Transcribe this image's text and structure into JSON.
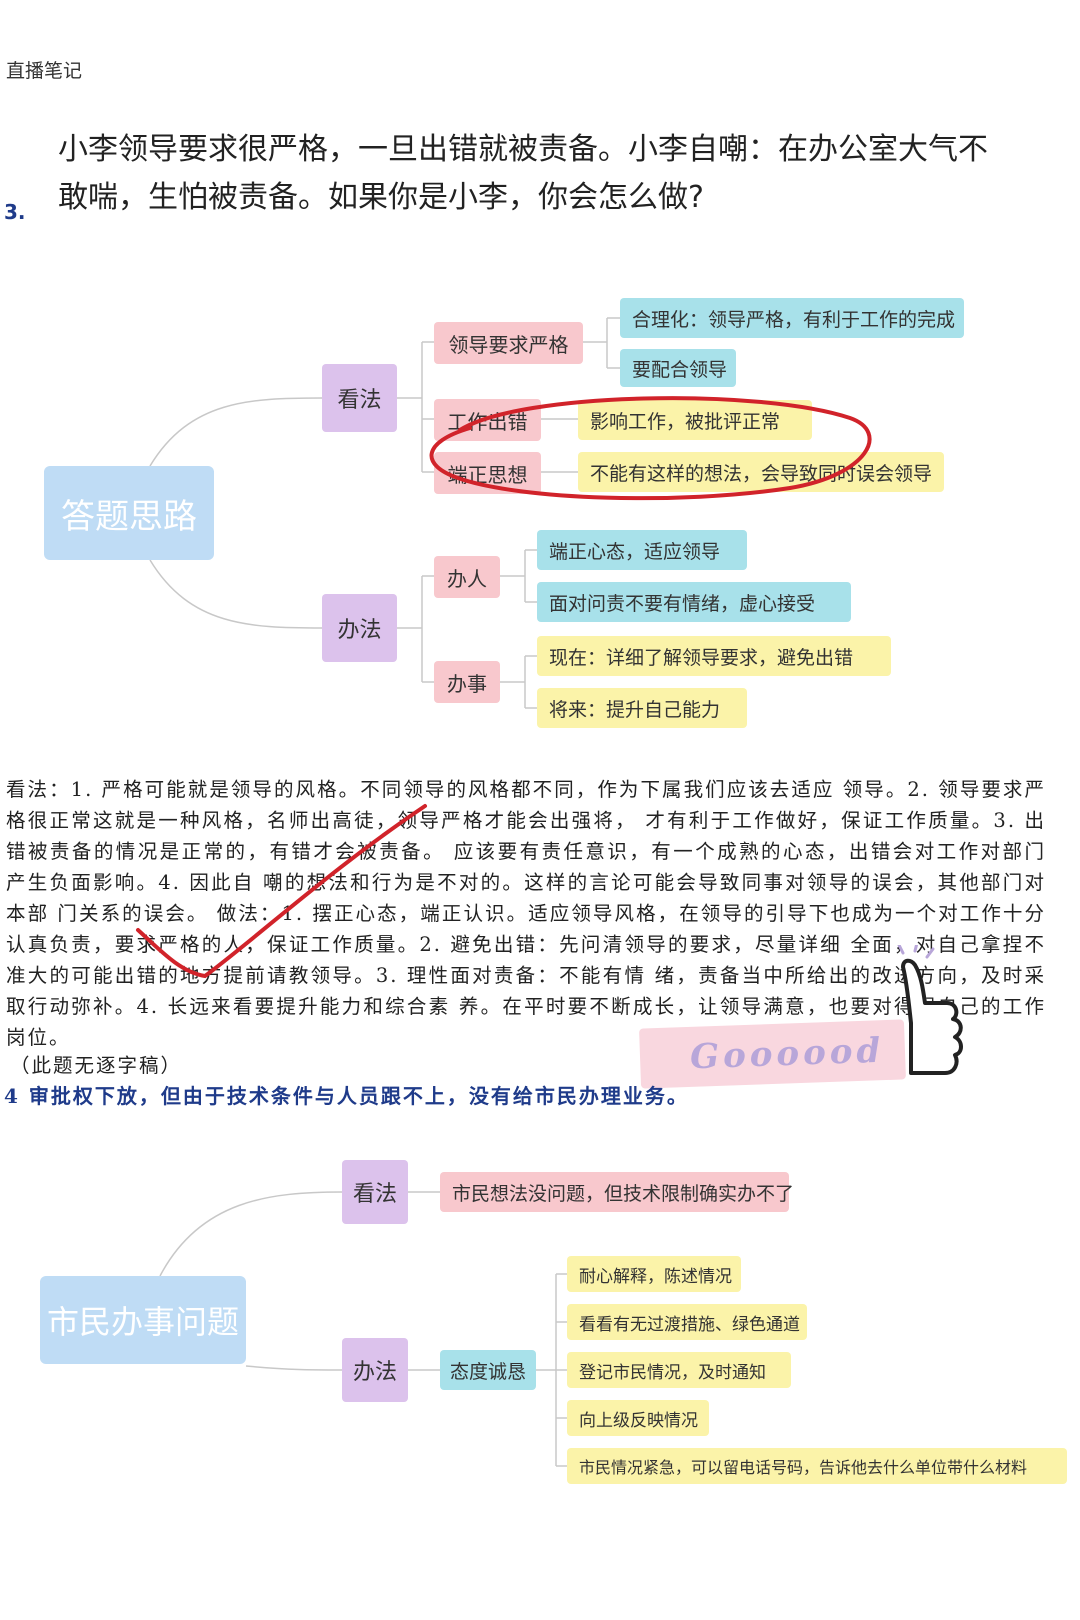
{
  "header": {
    "label": "直播笔记"
  },
  "question3": {
    "number": "3.",
    "line1": "小李领导要求很严格，一旦出错就被责备。小李自嘲：在办公室大气不",
    "line2": "敢喘，生怕被责备。如果你是小李，你会怎么做?"
  },
  "mindmap1": {
    "root": "答题思路",
    "view": {
      "label": "看法",
      "branches": [
        {
          "label": "领导要求严格",
          "leaves": [
            "合理化：领导严格，有利于工作的完成",
            "要配合领导"
          ]
        },
        {
          "label": "工作出错",
          "leaves": [
            "影响工作，被批评正常"
          ]
        },
        {
          "label": "端正思想",
          "leaves": [
            "不能有这样的想法，会导致同时误会领导"
          ]
        }
      ]
    },
    "method": {
      "label": "办法",
      "branches": [
        {
          "label": "办人",
          "leaves": [
            "端正心态，适应领导",
            "面对问责不要有情绪，虚心接受"
          ]
        },
        {
          "label": "办事",
          "leaves": [
            "现在：详细了解领导要求，避免出错",
            "将来：提升自己能力"
          ]
        }
      ]
    }
  },
  "answer_text": "看法：1. 严格可能就是领导的风格。不同领导的风格都不同，作为下属我们应该去适应 领导。2. 领导要求严格很正常这就是一种风格，名师出高徒，领导严格才能会出强将， 才有利于工作做好，保证工作质量。3. 出错被责备的情况是正常的，有错才会被责备。 应该要有责任意识，有一个成熟的心态，出错会对工作对部门产生负面影响。4. 因此自 嘲的想法和行为是不对的。这样的言论可能会导致同事对领导的误会，其他部门对本部 门关系的误会。 做法：1. 摆正心态，端正认识。适应领导风格，在领导的引导下也成为一个对工作十分 认真负责，要求严格的人，保证工作质量。2. 避免出错：先问清领导的要求，尽量详细 全面，对自己拿捏不准大的可能出错的地方提前请教领导。3. 理性面对责备：不能有情 绪，责备当中所给出的改进方向，及时采取行动弥补。4. 长远来看要提升能力和综合素 养。在平时要不断成长，让领导满意，也要对得起自己的工作岗位。",
  "note": "（此题无逐字稿）",
  "sticker": {
    "text": "Goooood",
    "icon": "thumbs-up-icon"
  },
  "question4": {
    "text": "4 审批权下放，但由于技术条件与人员跟不上，没有给市民办理业务。"
  },
  "mindmap2": {
    "root": "市民办事问题",
    "view": {
      "label": "看法",
      "leaf": "市民想法没问题，但技术限制确实办不了"
    },
    "method": {
      "label": "办法",
      "middle": "态度诚恳",
      "leaves": [
        "耐心解释，陈述情况",
        "看看有无过渡措施、绿色通道",
        "登记市民情况，及时通知",
        "向上级反映情况",
        "市民情况紧急，可以留电话号码，告诉他去什么单位带什么材料"
      ]
    }
  },
  "colors": {
    "root": "#bfdcf5",
    "level1": "#dcc2ec",
    "level2": "#f8c8cd",
    "cyan": "#a8e1ea",
    "yellow": "#fbf3a9",
    "annotation": "#d1232a",
    "heading": "#1f3b8a"
  }
}
